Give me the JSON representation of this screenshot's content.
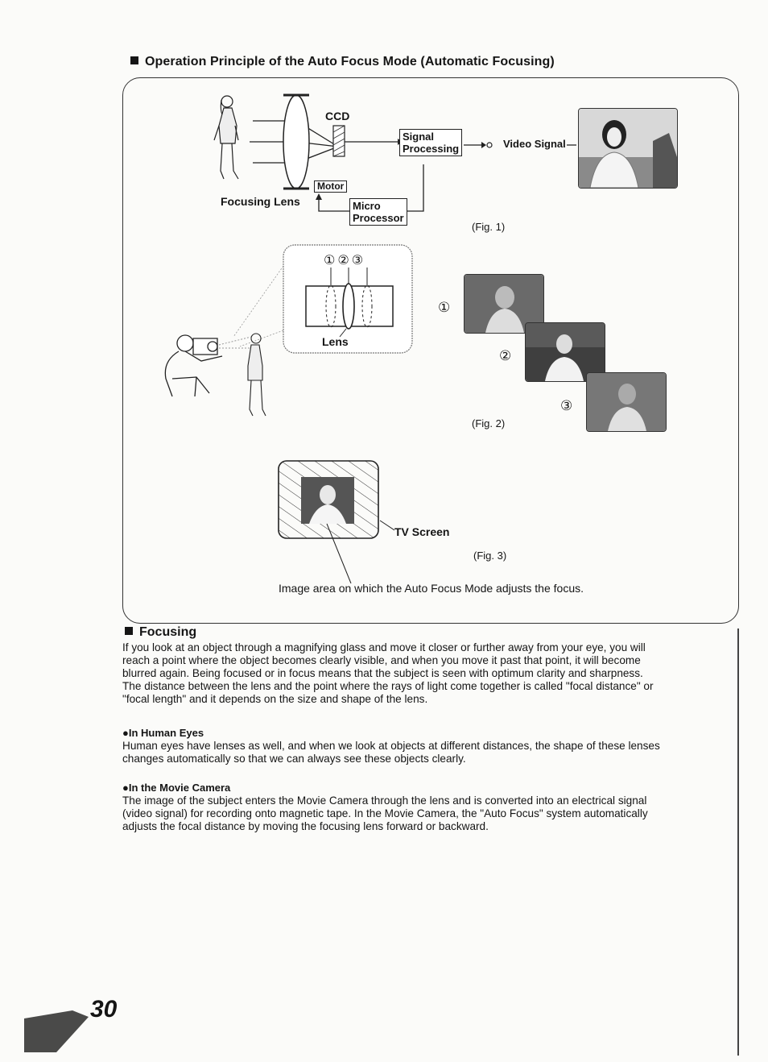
{
  "heading": "Operation Principle of the Auto Focus Mode (Automatic Focusing)",
  "fig1": {
    "ccd": "CCD",
    "signal_processing_1": "Signal",
    "signal_processing_2": "Processing",
    "video_signal": "Video Signal",
    "motor": "Motor",
    "focusing_lens": "Focusing Lens",
    "micro_1": "Micro",
    "micro_2": "Processor",
    "caption": "(Fig. 1)"
  },
  "fig2": {
    "lens": "Lens",
    "marks": [
      "①",
      "②",
      "③"
    ],
    "caption": "(Fig. 2)"
  },
  "fig3": {
    "tv_screen": "TV Screen",
    "caption": "(Fig. 3)",
    "image_area": "Image area on which the Auto Focus Mode adjusts the focus."
  },
  "focusing": {
    "title": "Focusing",
    "lines": [
      "If you look at an object through a magnifying glass and move it closer or further away from your eye, you will",
      "reach a point where the object becomes clearly visible, and when you move it past that point, it will become",
      "blurred again. Being focused or in focus means that the subject is seen with optimum clarity and sharpness.",
      "The distance between the lens and the point where the rays of light come together is called \"focal distance\" or",
      "\"focal length\" and it depends on the size and shape of the lens."
    ]
  },
  "human_eyes": {
    "title": "●In Human Eyes",
    "lines": [
      "Human eyes have lenses as well, and when we look at objects at different distances, the shape of these lenses",
      "changes automatically so that we can always see these objects clearly."
    ]
  },
  "movie_camera": {
    "title": "●In the Movie Camera",
    "lines": [
      "The image of the subject enters the Movie Camera through the lens and is converted into an electrical signal",
      "(video signal) for recording onto magnetic tape. In the Movie Camera, the \"Auto Focus\" system automatically",
      "adjusts the focal distance by moving the focusing lens forward or backward."
    ]
  },
  "page_number": "30"
}
